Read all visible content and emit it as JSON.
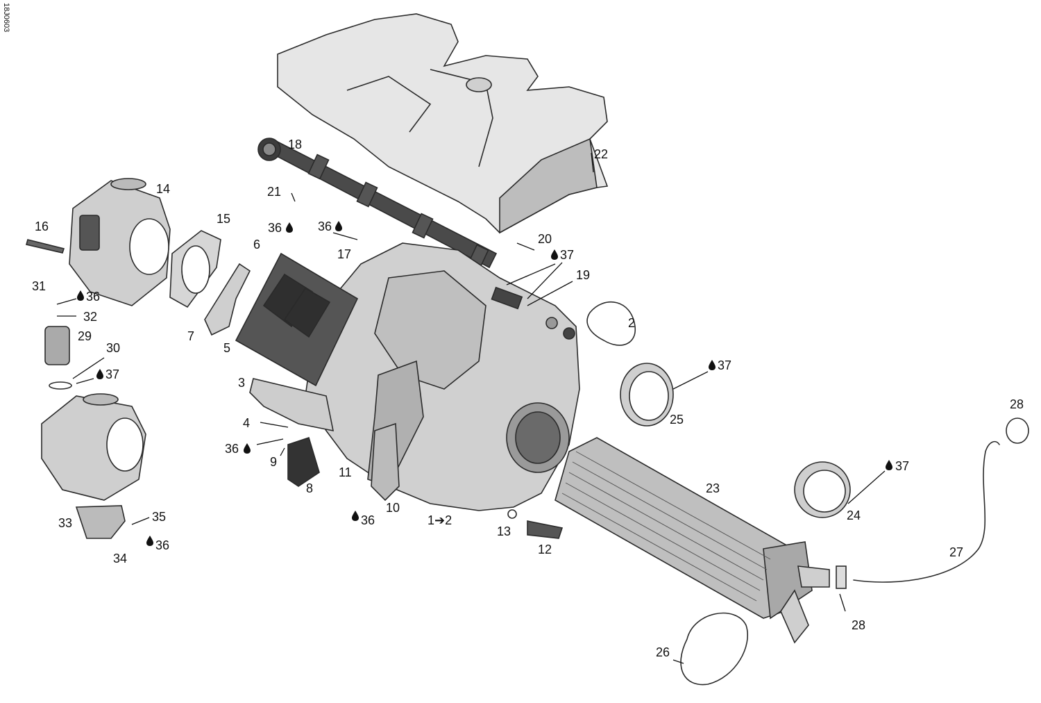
{
  "diagram": {
    "reference_code": "18J0603",
    "fluid_symbol": "drop-icon",
    "colors": {
      "part_fill": "#d8d8d8",
      "part_dark": "#3c3c3c",
      "cover_fill": "#e6e6e6",
      "line": "#111111"
    }
  },
  "callouts": [
    {
      "id": "c18",
      "number": "18"
    },
    {
      "id": "c22",
      "number": "22"
    },
    {
      "id": "c14",
      "number": "14"
    },
    {
      "id": "c21",
      "number": "21"
    },
    {
      "id": "c15",
      "number": "15"
    },
    {
      "id": "c16",
      "number": "16"
    },
    {
      "id": "c36a",
      "number": "36",
      "drop": "true"
    },
    {
      "id": "c36b",
      "number": "36",
      "drop": "true"
    },
    {
      "id": "c6",
      "number": "6"
    },
    {
      "id": "c17",
      "number": "17"
    },
    {
      "id": "c20",
      "number": "20"
    },
    {
      "id": "c37a",
      "number": "37",
      "drop": "true"
    },
    {
      "id": "c19",
      "number": "19"
    },
    {
      "id": "c31",
      "number": "31"
    },
    {
      "id": "c36c",
      "number": "36",
      "drop": "true"
    },
    {
      "id": "c32",
      "number": "32"
    },
    {
      "id": "c2",
      "number": "2"
    },
    {
      "id": "c29",
      "number": "29"
    },
    {
      "id": "c7",
      "number": "7"
    },
    {
      "id": "c30",
      "number": "30"
    },
    {
      "id": "c5",
      "number": "5"
    },
    {
      "id": "c37b",
      "number": "37",
      "drop": "true"
    },
    {
      "id": "c37c",
      "number": "37",
      "drop": "true"
    },
    {
      "id": "c3",
      "number": "3"
    },
    {
      "id": "c28a",
      "number": "28"
    },
    {
      "id": "c25",
      "number": "25"
    },
    {
      "id": "c4",
      "number": "4"
    },
    {
      "id": "c36d",
      "number": "36",
      "drop": "true"
    },
    {
      "id": "c9",
      "number": "9"
    },
    {
      "id": "c37d",
      "number": "37",
      "drop": "true"
    },
    {
      "id": "c11",
      "number": "11"
    },
    {
      "id": "c23",
      "number": "23"
    },
    {
      "id": "c8",
      "number": "8"
    },
    {
      "id": "c10",
      "number": "10"
    },
    {
      "id": "c24",
      "number": "24"
    },
    {
      "id": "c35",
      "number": "35"
    },
    {
      "id": "c33",
      "number": "33"
    },
    {
      "id": "c36e",
      "number": "36",
      "drop": "true"
    },
    {
      "id": "c12to2",
      "number": "1➔2"
    },
    {
      "id": "c13",
      "number": "13"
    },
    {
      "id": "c36f",
      "number": "36",
      "drop": "true"
    },
    {
      "id": "c34",
      "number": "34"
    },
    {
      "id": "c12",
      "number": "12"
    },
    {
      "id": "c27",
      "number": "27"
    },
    {
      "id": "c28b",
      "number": "28"
    },
    {
      "id": "c26",
      "number": "26"
    }
  ]
}
